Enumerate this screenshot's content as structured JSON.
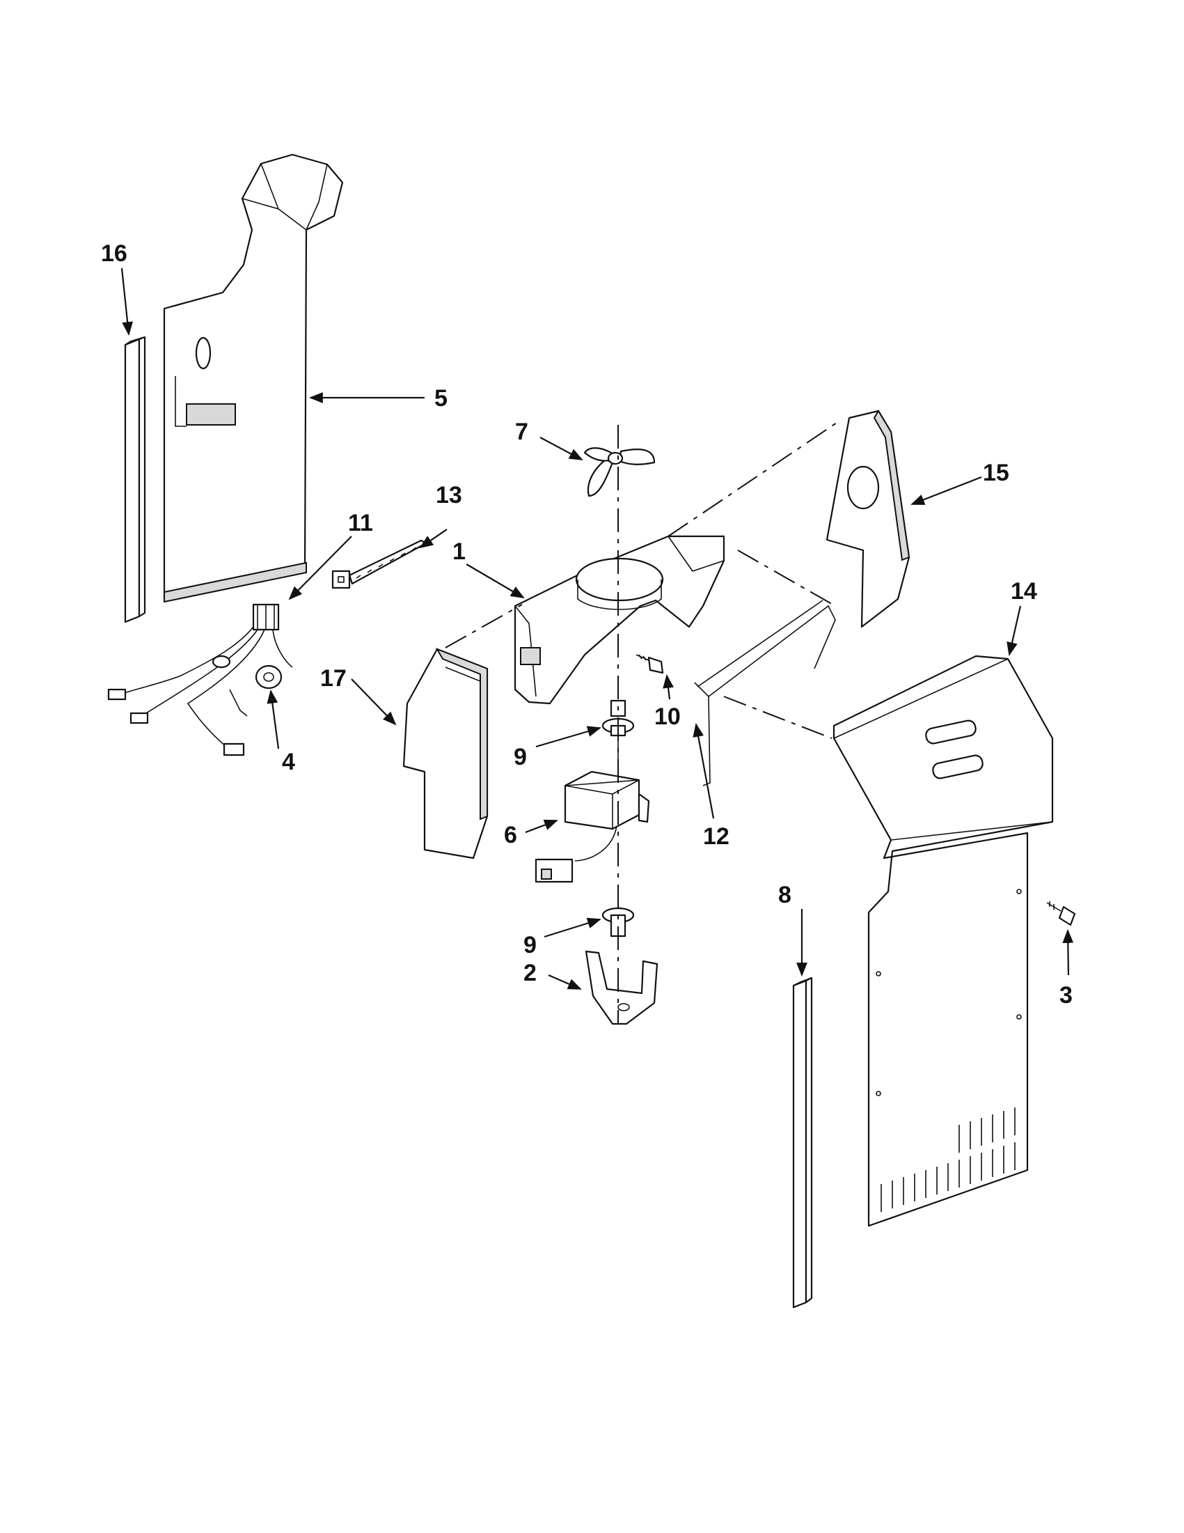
{
  "diagram": {
    "callouts": [
      {
        "id": "c1",
        "text": "1"
      },
      {
        "id": "c2",
        "text": "2"
      },
      {
        "id": "c3",
        "text": "3"
      },
      {
        "id": "c4",
        "text": "4"
      },
      {
        "id": "c5",
        "text": "5"
      },
      {
        "id": "c6",
        "text": "6"
      },
      {
        "id": "c7",
        "text": "7"
      },
      {
        "id": "c8",
        "text": "8"
      },
      {
        "id": "c9a",
        "text": "9"
      },
      {
        "id": "c9b",
        "text": "9"
      },
      {
        "id": "c10",
        "text": "10"
      },
      {
        "id": "c11",
        "text": "11"
      },
      {
        "id": "c12",
        "text": "12"
      },
      {
        "id": "c13",
        "text": "13"
      },
      {
        "id": "c14",
        "text": "14"
      },
      {
        "id": "c15",
        "text": "15"
      },
      {
        "id": "c16",
        "text": "16"
      },
      {
        "id": "c17",
        "text": "17"
      }
    ]
  }
}
